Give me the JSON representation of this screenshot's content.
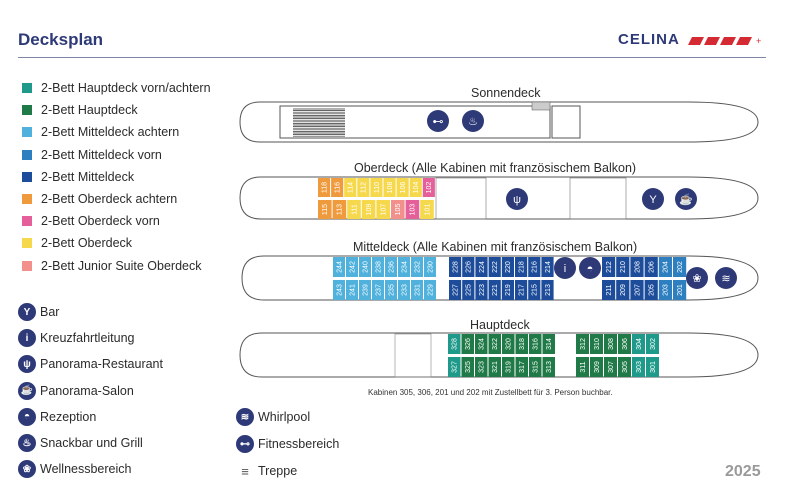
{
  "title": "Decksplan",
  "brand": "CELINA",
  "year": "2025",
  "note": "Kabinen 305, 306, 201 und 202 mit Zustellbett für 3. Person buchbar.",
  "legend": [
    {
      "label": "2-Bett Hauptdeck vorn/achtern",
      "color": "#1f9a8a"
    },
    {
      "label": "2-Bett Hauptdeck",
      "color": "#1f7a47"
    },
    {
      "label": "2-Bett Mitteldeck achtern",
      "color": "#4fb1dc"
    },
    {
      "label": "2-Bett Mitteldeck vorn",
      "color": "#2d7fc0"
    },
    {
      "label": "2-Bett Mitteldeck",
      "color": "#1d4c9a"
    },
    {
      "label": "2-Bett Oberdeck achtern",
      "color": "#ef9a3c"
    },
    {
      "label": "2-Bett Oberdeck vorn",
      "color": "#e5609a"
    },
    {
      "label": "2-Bett Oberdeck",
      "color": "#f6d84d"
    },
    {
      "label": "2-Bett Junior Suite Oberdeck",
      "color": "#f2918c"
    }
  ],
  "icons": [
    {
      "label": "Bar",
      "icon": "cocktail-icon"
    },
    {
      "label": "Kreuzfahrtleitung",
      "icon": "info-icon"
    },
    {
      "label": "Panorama-Restaurant",
      "icon": "cutlery-icon"
    },
    {
      "label": "Panorama-Salon",
      "icon": "coffee-icon"
    },
    {
      "label": "Rezeption",
      "icon": "bell-icon"
    },
    {
      "label": "Snackbar und Grill",
      "icon": "grill-icon"
    },
    {
      "label": "Wellnessbereich",
      "icon": "lotus-icon"
    }
  ],
  "icons2": [
    {
      "label": "Whirlpool",
      "icon": "whirlpool-icon"
    },
    {
      "label": "Fitnessbereich",
      "icon": "dumbbell-icon"
    },
    {
      "label": "Treppe",
      "icon": "stairs-icon"
    }
  ],
  "decks": {
    "sonnendeck": "Sonnendeck",
    "oberdeck": "Oberdeck (Alle Kabinen mit französischem Balkon)",
    "mitteldeck": "Mitteldeck (Alle Kabinen mit französischem Balkon)",
    "hauptdeck": "Hauptdeck"
  },
  "cabins": {
    "ober_top": [
      "118",
      "116",
      "114",
      "112",
      "110",
      "108",
      "106",
      "104",
      "102"
    ],
    "ober_bottom": [
      "115",
      "113",
      "111",
      "109",
      "107",
      "105",
      "103",
      "101"
    ],
    "ober_top_colors": [
      "o",
      "o",
      "y",
      "y",
      "y",
      "y",
      "y",
      "y",
      "p"
    ],
    "ober_bottom_colors": [
      "o",
      "o",
      "y",
      "y",
      "y",
      "j",
      "p",
      "y",
      "p"
    ],
    "mittel_top_left": [
      "244",
      "242",
      "240",
      "238",
      "236",
      "234",
      "232",
      "230"
    ],
    "mittel_bottom_left": [
      "243",
      "241",
      "239",
      "237",
      "235",
      "233",
      "231",
      "229"
    ],
    "mittel_top_mid": [
      "228",
      "226",
      "224",
      "222",
      "220",
      "218",
      "216",
      "214"
    ],
    "mittel_bottom_mid": [
      "227",
      "225",
      "223",
      "221",
      "219",
      "217",
      "215",
      "213"
    ],
    "mittel_top_right": [
      "212",
      "210",
      "208",
      "206",
      "204",
      "202"
    ],
    "mittel_bottom_right": [
      "211",
      "209",
      "207",
      "205",
      "203",
      "201"
    ],
    "haupt_top_left": [
      "328",
      "326",
      "324",
      "322",
      "320",
      "318",
      "316",
      "314"
    ],
    "haupt_bottom_left": [
      "327",
      "325",
      "323",
      "321",
      "319",
      "317",
      "315",
      "313"
    ],
    "haupt_top_right": [
      "312",
      "310",
      "308",
      "306",
      "304",
      "302"
    ],
    "haupt_bottom_right": [
      "311",
      "309",
      "307",
      "305",
      "303",
      "301"
    ]
  }
}
